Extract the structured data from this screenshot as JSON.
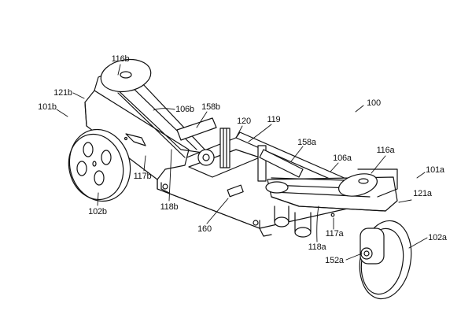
{
  "figure": {
    "labels": {
      "l100": "100",
      "l101a": "101a",
      "l101b": "101b",
      "l102a": "102a",
      "l102b": "102b",
      "l106a": "106a",
      "l106b": "106b",
      "l116a": "116a",
      "l116b": "116b",
      "l117a": "117a",
      "l117b": "117b",
      "l118a": "118a",
      "l118b": "118b",
      "l119": "119",
      "l120": "120",
      "l121a": "121a",
      "l121b": "121b",
      "l152a": "152a",
      "l158a": "158a",
      "l158b": "158b",
      "l160": "160"
    }
  }
}
